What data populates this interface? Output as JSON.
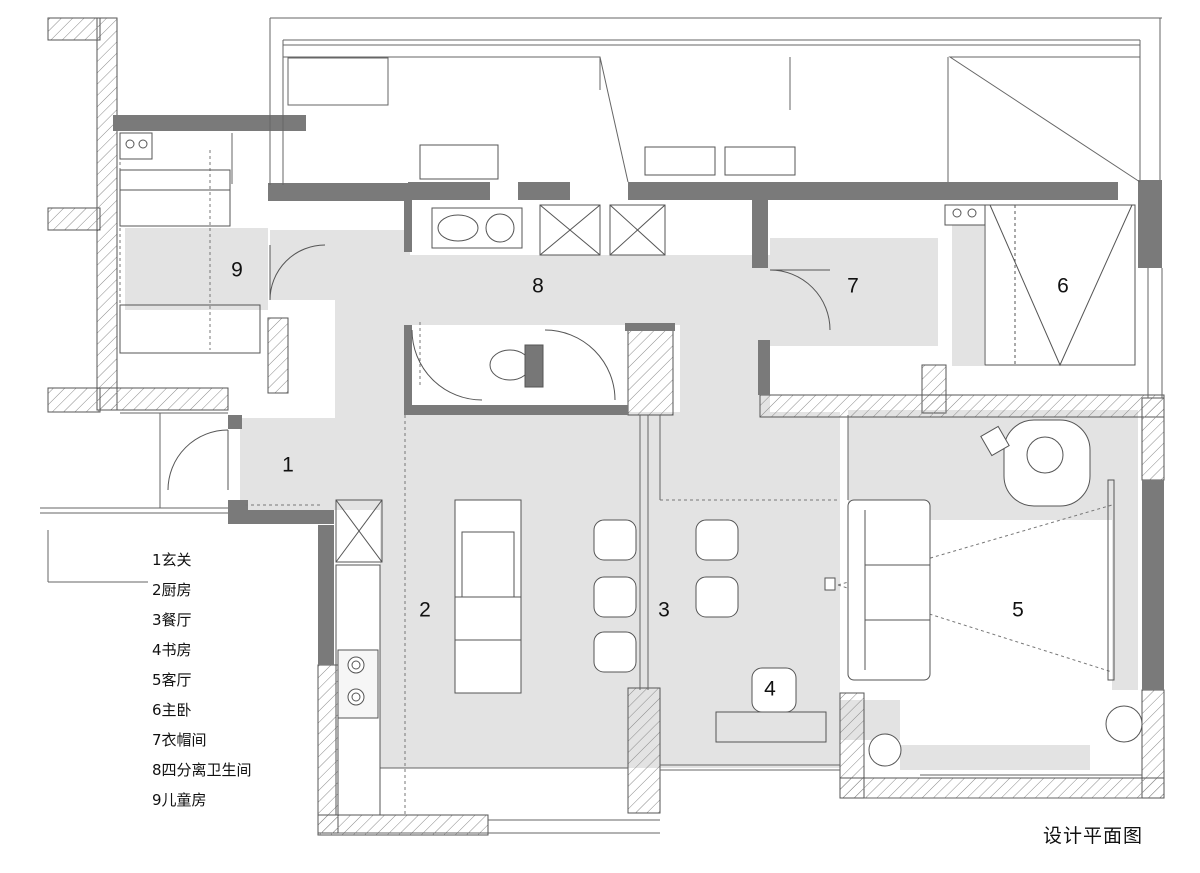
{
  "title": "设计平面图",
  "rooms": [
    {
      "number": "1",
      "label": "1玄关"
    },
    {
      "number": "2",
      "label": "2厨房"
    },
    {
      "number": "3",
      "label": "3餐厅"
    },
    {
      "number": "4",
      "label": "4书房"
    },
    {
      "number": "5",
      "label": "5客厅"
    },
    {
      "number": "6",
      "label": "6主卧"
    },
    {
      "number": "7",
      "label": "7衣帽间"
    },
    {
      "number": "8",
      "label": "8四分离卫生间"
    },
    {
      "number": "9",
      "label": "9儿童房"
    }
  ],
  "colors": {
    "wall": "#7a7a7a",
    "floor": "#e3e3e3",
    "line": "#555555",
    "hatch": "#888888"
  }
}
